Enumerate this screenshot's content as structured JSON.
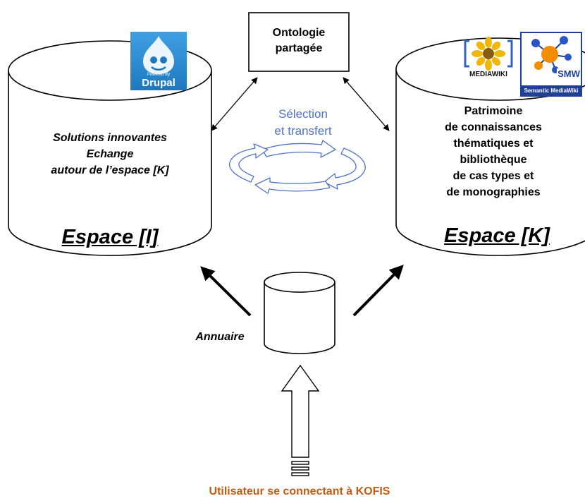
{
  "ontology": {
    "line1": "Ontologie",
    "line2": "partagée"
  },
  "center": {
    "line1": "Sélection",
    "line2": "et transfert",
    "color": "#4f72c8"
  },
  "left_space": {
    "desc": [
      "Solutions innovantes",
      "Echange",
      "autour de l’espace [K]"
    ],
    "title": "Espace [I]"
  },
  "right_space": {
    "desc": [
      "Patrimoine",
      "de connaissances",
      "thématiques et",
      "bibliothèque",
      "de cas types et",
      "de monographies"
    ],
    "title": "Espace [K]"
  },
  "directory": {
    "label": "Annuaire"
  },
  "user": {
    "label": "Utilisateur se connectant à KOFIS",
    "color": "#c55a11"
  },
  "logos": {
    "drupal": {
      "caption_small": "Powered By",
      "caption": "Drupal",
      "icon": "drupal-drop-icon",
      "color": "#2f8fd1"
    },
    "mediawiki": {
      "caption": "MEDIAWIKI",
      "icon": "sunflower-icon"
    },
    "smw": {
      "badge": "SMW",
      "caption": "Semantic MediaWiki",
      "icon": "molecule-icon",
      "color": "#1f3f9a"
    }
  }
}
